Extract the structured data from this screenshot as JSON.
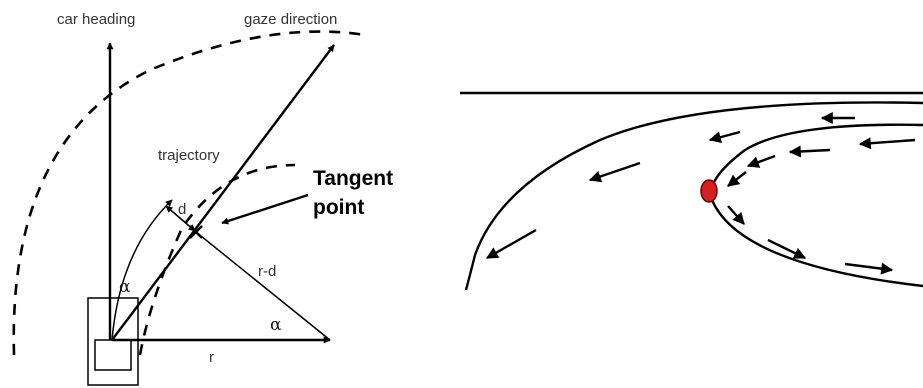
{
  "labels": {
    "car_heading": "car heading",
    "gaze_direction": "gaze direction",
    "trajectory": "trajectory",
    "tangent_point_line1": "Tangent",
    "tangent_point_line2": "point",
    "d": "d",
    "r_minus_d": "r-d",
    "r": "r",
    "alpha": "α"
  },
  "colors": {
    "stroke": "#000000",
    "text": "#333333",
    "tangent_marker": "#d42020",
    "tangent_marker_outline": "#6a0000"
  },
  "icons": [
    "arrowhead-icon",
    "car-icon",
    "tangent-point-marker-icon"
  ]
}
